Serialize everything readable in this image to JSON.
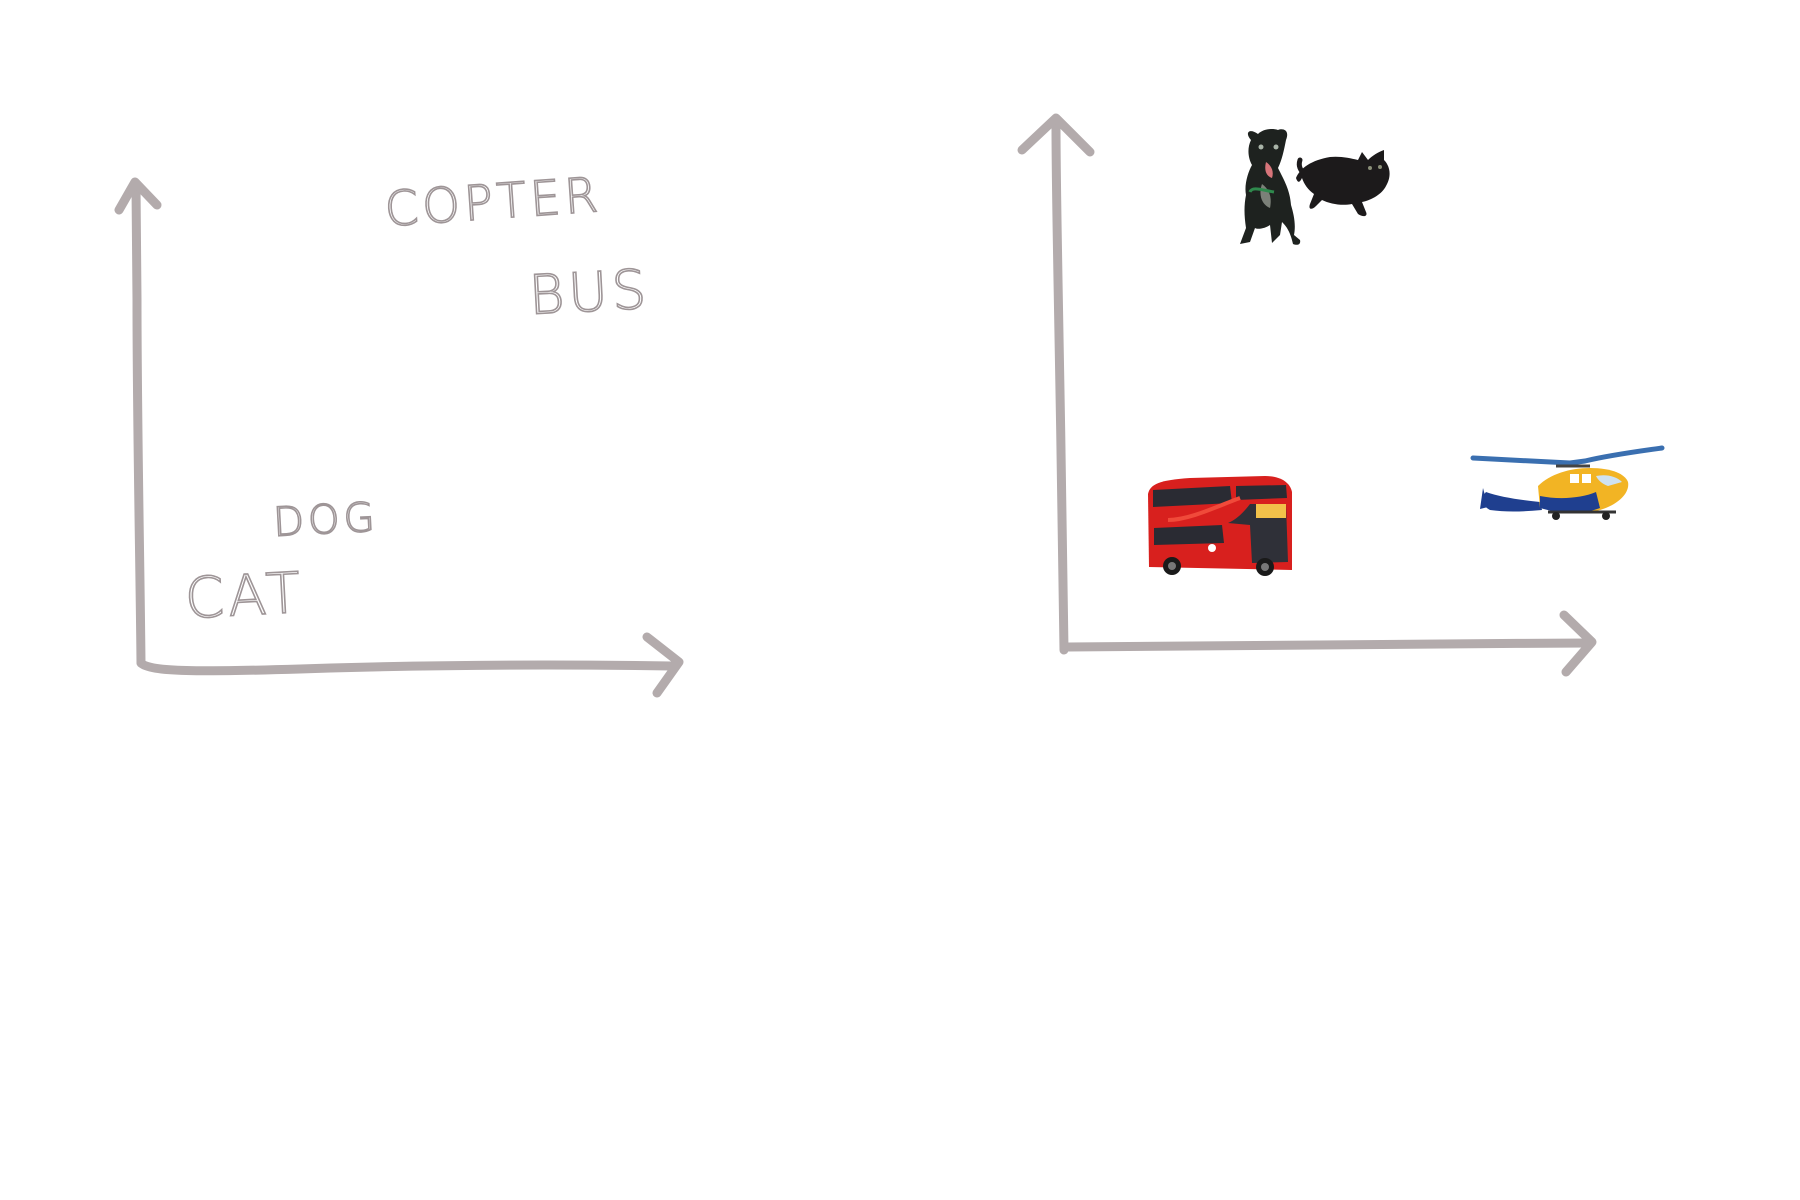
{
  "left_panel": {
    "labels": {
      "copter": "COPTER",
      "bus": "BUS",
      "dog": "DOG",
      "cat": "CAT"
    }
  },
  "right_panel": {
    "pictures": [
      "dog-picture",
      "cat-picture",
      "bus-picture",
      "helicopter-picture"
    ]
  },
  "colors": {
    "axis": "#b3abac",
    "label_ink": "#9e9597",
    "bus_red": "#d8201e",
    "helicopter_yellow": "#f2b424",
    "helicopter_blue": "#1f3f8f",
    "animal_dark": "#1e221f"
  }
}
